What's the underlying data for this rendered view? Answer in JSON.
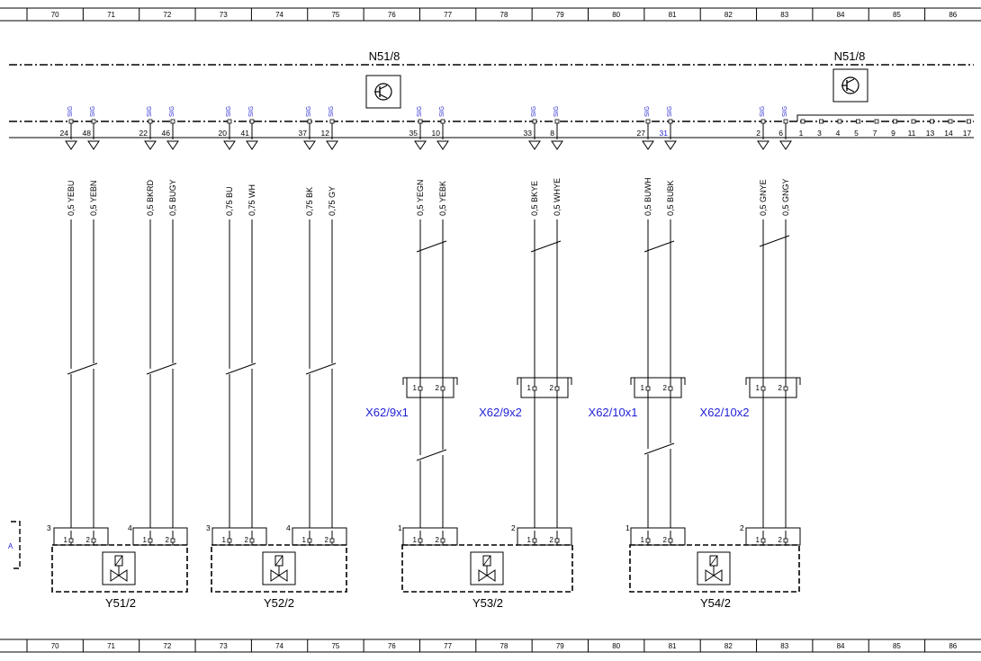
{
  "ruler": [
    "70",
    "71",
    "72",
    "73",
    "74",
    "75",
    "76",
    "77",
    "78",
    "79",
    "80",
    "81",
    "82",
    "83",
    "84",
    "85",
    "86"
  ],
  "control_unit": {
    "label_left": "N51/8",
    "label_right": "N51/8"
  },
  "signal_tag": "SIG",
  "wires": [
    {
      "pin": "24",
      "label": "0,5 YEBU"
    },
    {
      "pin": "48",
      "label": "0,5 YEBN"
    },
    {
      "pin": "22",
      "label": "0,5 BKRD"
    },
    {
      "pin": "46",
      "label": "0,5 BUGY"
    },
    {
      "pin": "20",
      "label": "0,75 BU"
    },
    {
      "pin": "41",
      "label": "0,75 WH"
    },
    {
      "pin": "37",
      "label": "0,75 BK"
    },
    {
      "pin": "12",
      "label": "0,75 GY"
    },
    {
      "pin": "35",
      "label": "0,5 YEGN"
    },
    {
      "pin": "10",
      "label": "0,5 YEBK"
    },
    {
      "pin": "33",
      "label": "0,5 BKYE"
    },
    {
      "pin": "8",
      "label": "0,5 WHYE"
    },
    {
      "pin": "27",
      "label": "0,5 BUWH"
    },
    {
      "pin": "31",
      "label": "0,5 BUBK"
    },
    {
      "pin": "2",
      "label": "0,5 GNYE"
    },
    {
      "pin": "6",
      "label": "0,5 GNGY"
    }
  ],
  "right_pins": [
    "1",
    "3",
    "4",
    "5",
    "7",
    "9",
    "11",
    "13",
    "14",
    "17"
  ],
  "connectors": [
    {
      "label": "X62/9x1",
      "pin1": "1",
      "pin2": "2"
    },
    {
      "label": "X62/9x2",
      "pin1": "1",
      "pin2": "2"
    },
    {
      "label": "X62/10x1",
      "pin1": "1",
      "pin2": "2"
    },
    {
      "label": "X62/10x2",
      "pin1": "1",
      "pin2": "2"
    }
  ],
  "plugs": [
    {
      "num": "3",
      "pin1": "1",
      "pin2": "2"
    },
    {
      "num": "4",
      "pin1": "1",
      "pin2": "2"
    },
    {
      "num": "3",
      "pin1": "1",
      "pin2": "2"
    },
    {
      "num": "4",
      "pin1": "1",
      "pin2": "2"
    },
    {
      "num": "1",
      "pin1": "1",
      "pin2": "2"
    },
    {
      "num": "2",
      "pin1": "1",
      "pin2": "2"
    },
    {
      "num": "1",
      "pin1": "1",
      "pin2": "2"
    },
    {
      "num": "2",
      "pin1": "1",
      "pin2": "2"
    }
  ],
  "components": [
    "Y51/2",
    "Y52/2",
    "Y53/2",
    "Y54/2"
  ],
  "edge_marker": "A",
  "colors": {
    "line": "#000000",
    "accent": "#1f1fd6",
    "background": "#ffffff"
  },
  "icons": {
    "control_unit": "transistor-symbol-icon",
    "valve": "solenoid-valve-icon",
    "ground": "triangle-connector-icon"
  }
}
